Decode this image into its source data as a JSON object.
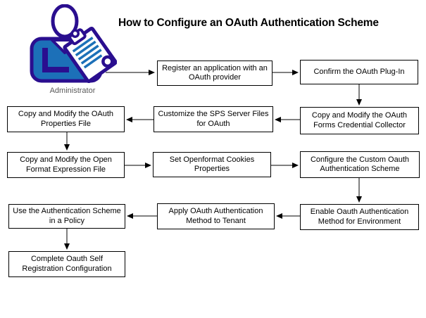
{
  "title": "How to Configure an OAuth Authentication Scheme",
  "actor": {
    "label": "Administrator"
  },
  "colors": {
    "icon_outline": "#2a0e8f",
    "icon_shirt": "#1c70b8",
    "node_border": "#000000",
    "node_background": "#ffffff",
    "connector": "#000000",
    "actor_label": "#595959"
  },
  "flowchart": {
    "nodes": [
      {
        "id": "register-application",
        "label": "Register an application with an OAuth provider"
      },
      {
        "id": "confirm-plugin",
        "label": "Confirm the OAuth Plug-In"
      },
      {
        "id": "copy-modify-fcc",
        "label": "Copy and Modify the OAuth Forms Credential Collector"
      },
      {
        "id": "customize-sps",
        "label": "Customize the SPS Server Files for OAuth"
      },
      {
        "id": "copy-modify-properties",
        "label": "Copy and Modify the OAuth Properties File"
      },
      {
        "id": "copy-modify-openformat",
        "label": "Copy and Modify the Open Format Expression File"
      },
      {
        "id": "set-openformat-cookies",
        "label": "Set Openformat Cookies Properties"
      },
      {
        "id": "configure-custom-scheme",
        "label": "Configure the Custom Oauth Authentication Scheme"
      },
      {
        "id": "enable-method-environment",
        "label": "Enable Oauth Authentication Method for Environment"
      },
      {
        "id": "apply-method-tenant",
        "label": "Apply OAuth Authentication Method to Tenant"
      },
      {
        "id": "use-scheme-policy",
        "label": "Use the Authentication Scheme in a Policy"
      },
      {
        "id": "complete-self-registration",
        "label": "Complete Oauth Self Registration Configuration"
      }
    ]
  }
}
